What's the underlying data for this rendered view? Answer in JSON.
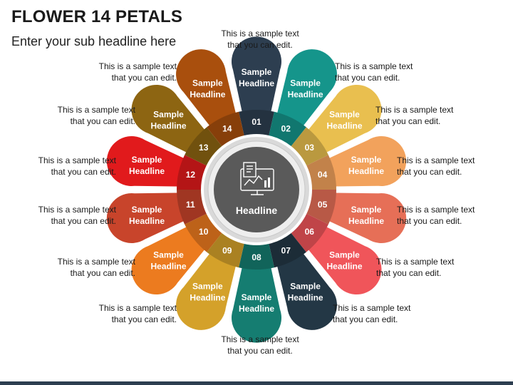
{
  "header": {
    "title": "FLOWER 14 PETALS",
    "subtitle": "Enter your sub headline here"
  },
  "center": {
    "label": "Headline",
    "icon": "dashboard-report-icon"
  },
  "petals": [
    {
      "number": "01",
      "headline": "Sample\nHeadline",
      "color": "#2d3e50",
      "caption": "This is a sample text\nthat you can edit."
    },
    {
      "number": "02",
      "headline": "Sample\nHeadline",
      "color": "#15958b",
      "caption": "This is a sample text\nthat you can edit."
    },
    {
      "number": "03",
      "headline": "Sample\nHeadline",
      "color": "#e9bf4f",
      "caption": "This is a sample text\nthat you can edit."
    },
    {
      "number": "04",
      "headline": "Sample\nHeadline",
      "color": "#f2a25c",
      "caption": "This is a sample text\nthat you can edit."
    },
    {
      "number": "05",
      "headline": "Sample\nHeadline",
      "color": "#e66f57",
      "caption": "This is a sample text\nthat you can edit."
    },
    {
      "number": "06",
      "headline": "Sample\nHeadline",
      "color": "#f0555a",
      "caption": "This is a sample text\nthat you can edit."
    },
    {
      "number": "07",
      "headline": "Sample\nHeadline",
      "color": "#233745",
      "caption": "This is a sample text\nthat you can edit."
    },
    {
      "number": "08",
      "headline": "Sample\nHeadline",
      "color": "#157d71",
      "caption": "This is a sample text\nthat you can edit."
    },
    {
      "number": "09",
      "headline": "Sample\nHeadline",
      "color": "#d4a12a",
      "caption": "This is a sample text\nthat you can edit."
    },
    {
      "number": "10",
      "headline": "Sample\nHeadline",
      "color": "#ec7b1f",
      "caption": "This is a sample text\nthat you can edit."
    },
    {
      "number": "11",
      "headline": "Sample\nHeadline",
      "color": "#c8442b",
      "caption": "This is a sample text\nthat you can edit."
    },
    {
      "number": "12",
      "headline": "Sample\nHeadline",
      "color": "#e11a1c",
      "caption": "This is a sample text\nthat you can edit."
    },
    {
      "number": "13",
      "headline": "Sample\nHeadline",
      "color": "#8d6512",
      "caption": "This is a sample text\nthat you can edit."
    },
    {
      "number": "14",
      "headline": "Sample\nHeadline",
      "color": "#a94f0d",
      "caption": "This is a sample text\nthat you can edit."
    }
  ],
  "colors": {
    "hub_dark": "#5a5a5a",
    "hub_ring": "#eeeeee",
    "footer_bar": "#2d3e50"
  }
}
